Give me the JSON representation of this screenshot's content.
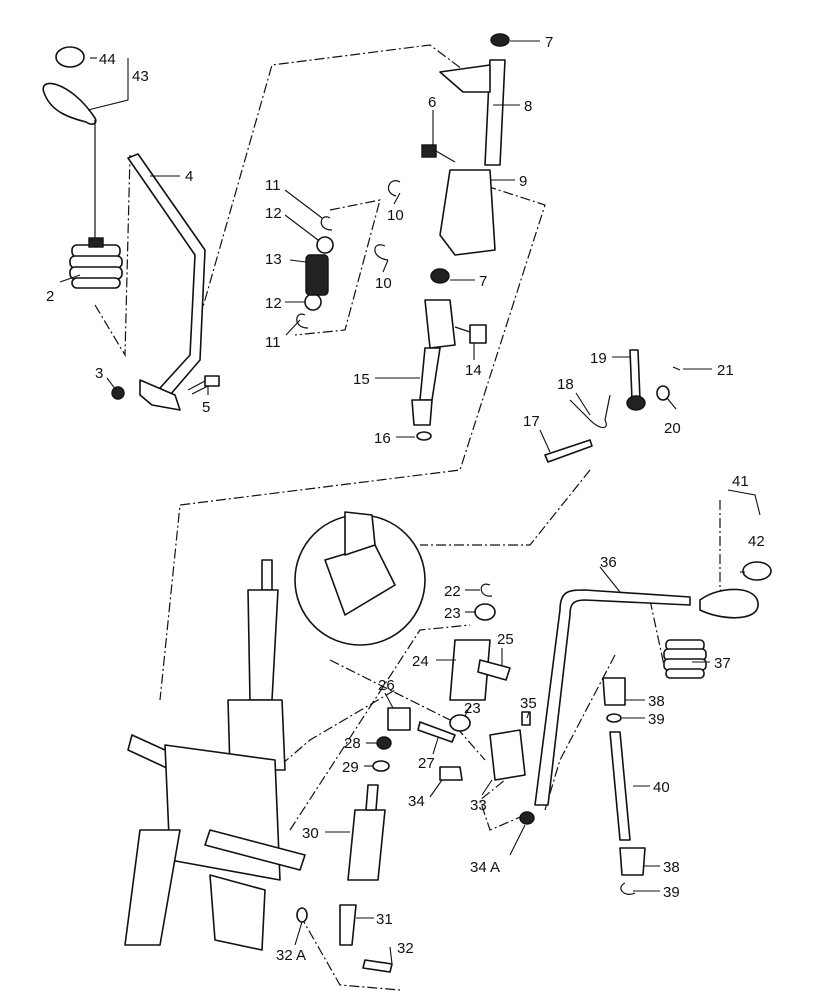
{
  "labels": [
    {
      "id": "p2",
      "text": "2"
    },
    {
      "id": "p3",
      "text": "3"
    },
    {
      "id": "p4",
      "text": "4"
    },
    {
      "id": "p5",
      "text": "5"
    },
    {
      "id": "p6",
      "text": "6"
    },
    {
      "id": "p7a",
      "text": "7"
    },
    {
      "id": "p7b",
      "text": "7"
    },
    {
      "id": "p8",
      "text": "8"
    },
    {
      "id": "p9",
      "text": "9"
    },
    {
      "id": "p10a",
      "text": "10"
    },
    {
      "id": "p10b",
      "text": "10"
    },
    {
      "id": "p11a",
      "text": "11"
    },
    {
      "id": "p11b",
      "text": "11"
    },
    {
      "id": "p12a",
      "text": "12"
    },
    {
      "id": "p12b",
      "text": "12"
    },
    {
      "id": "p13",
      "text": "13"
    },
    {
      "id": "p14",
      "text": "14"
    },
    {
      "id": "p15",
      "text": "15"
    },
    {
      "id": "p16",
      "text": "16"
    },
    {
      "id": "p17",
      "text": "17"
    },
    {
      "id": "p18",
      "text": "18"
    },
    {
      "id": "p19",
      "text": "19"
    },
    {
      "id": "p20",
      "text": "20"
    },
    {
      "id": "p21",
      "text": "21"
    },
    {
      "id": "p22",
      "text": "22"
    },
    {
      "id": "p23a",
      "text": "23"
    },
    {
      "id": "p23b",
      "text": "23"
    },
    {
      "id": "p24",
      "text": "24"
    },
    {
      "id": "p25",
      "text": "25"
    },
    {
      "id": "p26",
      "text": "26"
    },
    {
      "id": "p27",
      "text": "27"
    },
    {
      "id": "p28",
      "text": "28"
    },
    {
      "id": "p29",
      "text": "29"
    },
    {
      "id": "p30",
      "text": "30"
    },
    {
      "id": "p31",
      "text": "31"
    },
    {
      "id": "p32",
      "text": "32"
    },
    {
      "id": "p32A",
      "text": "32 A"
    },
    {
      "id": "p33",
      "text": "33"
    },
    {
      "id": "p34",
      "text": "34"
    },
    {
      "id": "p34A",
      "text": "34 A"
    },
    {
      "id": "p35",
      "text": "35"
    },
    {
      "id": "p36",
      "text": "36"
    },
    {
      "id": "p37",
      "text": "37"
    },
    {
      "id": "p38a",
      "text": "38"
    },
    {
      "id": "p38b",
      "text": "38"
    },
    {
      "id": "p39a",
      "text": "39"
    },
    {
      "id": "p39b",
      "text": "39"
    },
    {
      "id": "p40",
      "text": "40"
    },
    {
      "id": "p41",
      "text": "41"
    },
    {
      "id": "p42",
      "text": "42"
    },
    {
      "id": "p43",
      "text": "43"
    },
    {
      "id": "p44",
      "text": "44"
    }
  ]
}
